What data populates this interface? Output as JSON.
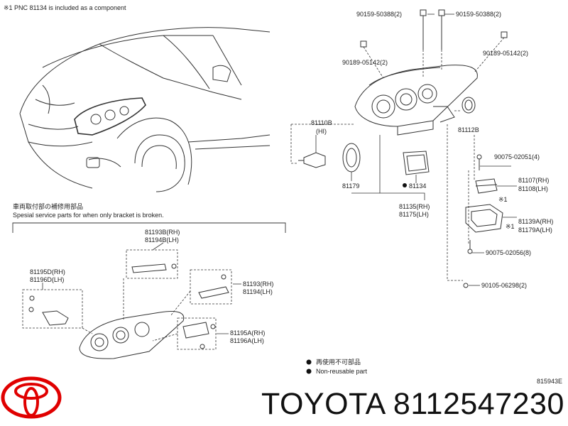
{
  "header_note": "※1 PNC 81134 is included as a component",
  "service": {
    "jp": "車両取付部の補修用部品",
    "en": "Spesial service parts for when only bracket is broken."
  },
  "parts": {
    "p90159_l": "90159-50388(2)",
    "p90159_r": "90159-50388(2)",
    "p90189_l": "90189-05142(2)",
    "p90189_r": "90189-05142(2)",
    "p81110b": "81110B",
    "p81110b_sub": "(HI)",
    "p81112b": "81112B",
    "p90075a": "90075-02051(4)",
    "p81107": "81107(RH)",
    "p81108": "81108(LH)",
    "p81179": "81179",
    "p81134": "81134",
    "p81135": "81135(RH)",
    "p81175": "81175(LH)",
    "p81139a": "81139A(RH)",
    "p81179a": "81179A(LH)",
    "p90075b": "90075-02056(8)",
    "p90105": "90105-06298(2)",
    "mark1a": "※1",
    "mark1b": "※1",
    "p81193b": "81193B(RH)",
    "p81194b": "81194B(LH)",
    "p81195d": "81195D(RH)",
    "p81196d": "81196D(LH)",
    "p81193": "81193(RH)",
    "p81194": "81194(LH)",
    "p81195a": "81195A(RH)",
    "p81196a": "81196A(LH)"
  },
  "legend": {
    "jp": "再使用不可部品",
    "en": "Non-reusable part"
  },
  "diagram_code": "815943E",
  "brand": "TOYOTA",
  "part_number": "8112547230",
  "colors": {
    "logo_red": "#E00000",
    "line": "#333333"
  }
}
